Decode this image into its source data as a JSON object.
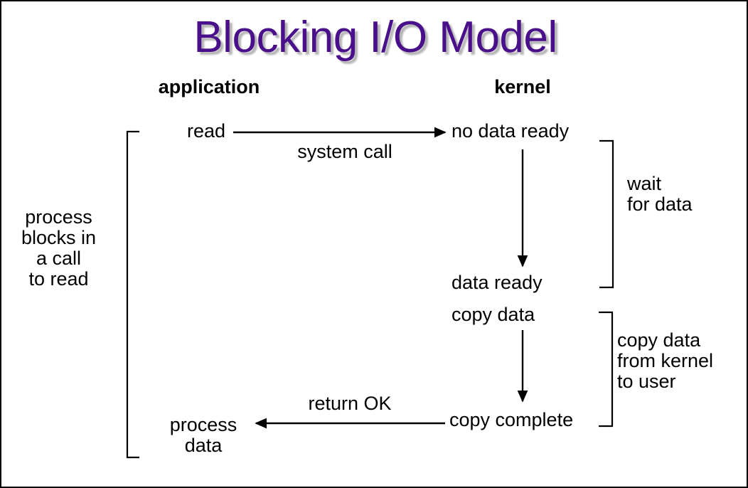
{
  "slide": {
    "title": "Blocking I/O Model",
    "title_color": "#4a0f8a",
    "background_color": "#ffffff",
    "border_color": "#000000",
    "line_color": "#000000"
  },
  "columns": {
    "left_heading": "application",
    "right_heading": "kernel"
  },
  "nodes": {
    "read": "read",
    "no_data_ready": "no data ready",
    "data_ready": "data ready",
    "copy_data": "copy data",
    "copy_complete": "copy complete",
    "process_data_line1": "process",
    "process_data_line2": "data"
  },
  "edge_labels": {
    "system_call": "system call",
    "return_ok": "return OK"
  },
  "brackets": {
    "left": {
      "line1": "process",
      "line2": "blocks in",
      "line3": "a call",
      "line4": "to read"
    },
    "wait": {
      "line1": "wait",
      "line2": "for data"
    },
    "copy": {
      "line1": "copy data",
      "line2": "from kernel",
      "line3": "to user"
    }
  },
  "chart_data": {
    "type": "diagram",
    "title": "Blocking I/O Model",
    "lanes": [
      "application",
      "kernel"
    ],
    "steps": [
      {
        "lane": "application",
        "label": "read"
      },
      {
        "lane": "kernel",
        "label": "no data ready"
      },
      {
        "lane": "kernel",
        "label": "data ready"
      },
      {
        "lane": "kernel",
        "label": "copy data"
      },
      {
        "lane": "kernel",
        "label": "copy complete"
      },
      {
        "lane": "application",
        "label": "process data"
      }
    ],
    "edges": [
      {
        "from": "read",
        "to": "no data ready",
        "label": "system call",
        "direction": "right"
      },
      {
        "from": "no data ready",
        "to": "data ready",
        "label": "",
        "direction": "down"
      },
      {
        "from": "copy data",
        "to": "copy complete",
        "label": "",
        "direction": "down"
      },
      {
        "from": "copy complete",
        "to": "process data",
        "label": "return OK",
        "direction": "left"
      }
    ],
    "annotations": [
      {
        "text": "process blocks in a call to read",
        "spans": [
          "read",
          "process data"
        ],
        "side": "left"
      },
      {
        "text": "wait for data",
        "spans": [
          "no data ready",
          "data ready"
        ],
        "side": "right"
      },
      {
        "text": "copy data from kernel to user",
        "spans": [
          "copy data",
          "copy complete"
        ],
        "side": "right"
      }
    ]
  }
}
